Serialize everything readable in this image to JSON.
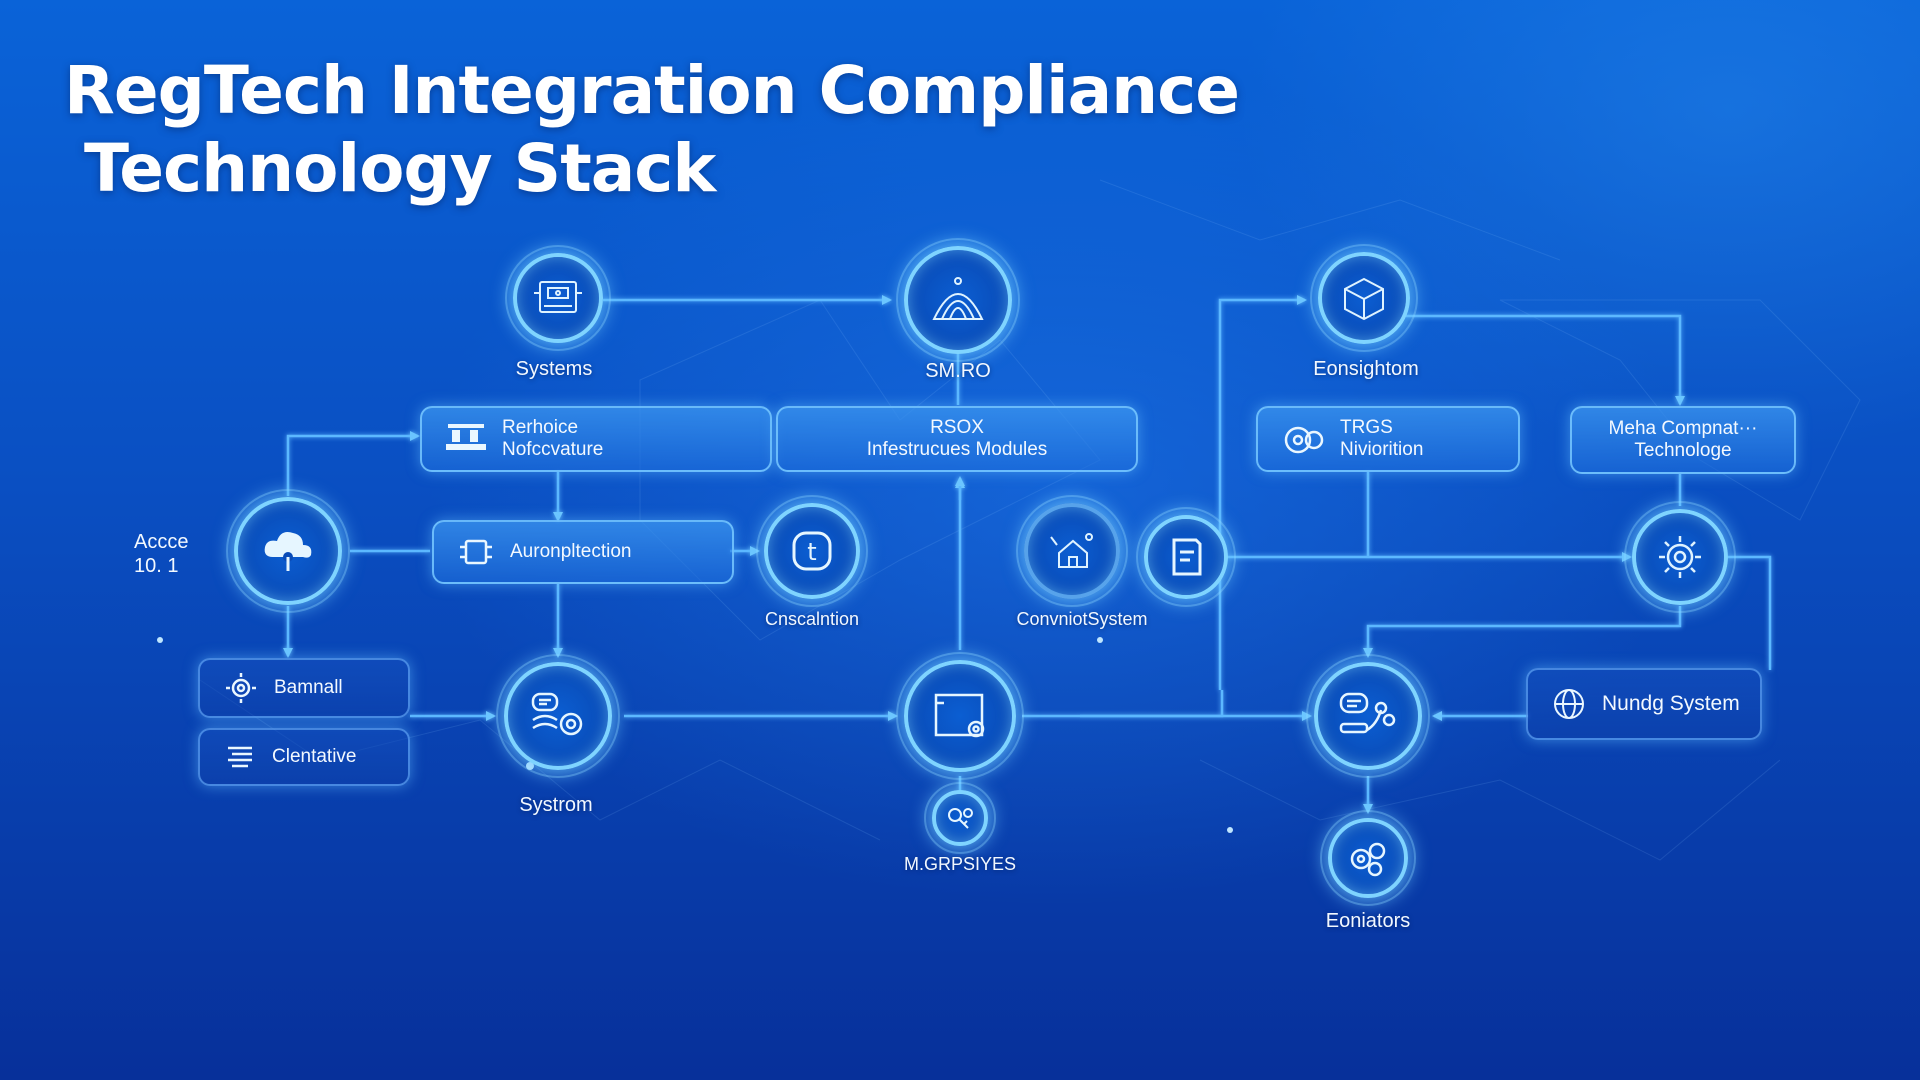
{
  "title": {
    "line1": "RegTech Integration Compliance",
    "line2": "Technology Stack"
  },
  "side_label": {
    "line1": "Accce",
    "line2": "10.  1"
  },
  "nodes": [
    {
      "id": "systems",
      "label": "Systems",
      "icon": "server-rack-icon"
    },
    {
      "id": "smro",
      "label": "SM.RO",
      "icon": "fingerprint-dome-icon"
    },
    {
      "id": "eonsightom",
      "label": "Eonsightom",
      "icon": "cube-box-icon"
    },
    {
      "id": "cloud",
      "label": "",
      "icon": "cloud-lock-icon"
    },
    {
      "id": "cnscalntion",
      "label": "Cnscalntion",
      "icon": "letter-t-icon"
    },
    {
      "id": "convniotsystem",
      "label": "ConvniotSystem",
      "icon": "house-network-icon"
    },
    {
      "id": "document",
      "label": "",
      "icon": "document-icon"
    },
    {
      "id": "gear-right",
      "label": "",
      "icon": "gear-cog-icon"
    },
    {
      "id": "systrom",
      "label": "Systrom",
      "icon": "chat-gear-icon"
    },
    {
      "id": "screen-center",
      "label": "",
      "icon": "screen-gear-icon"
    },
    {
      "id": "mgrpsiyes",
      "label": "M.GRPSIYES",
      "icon": "key-gear-icon"
    },
    {
      "id": "chat-robot",
      "label": "",
      "icon": "chat-robot-icon"
    },
    {
      "id": "eoniators",
      "label": "Eoniators",
      "icon": "gear-cluster-icon"
    }
  ],
  "boxes": [
    {
      "id": "rerhoice",
      "line1": "Rerhoice",
      "line2": "Nofccvature",
      "icon": "workstation-icon"
    },
    {
      "id": "rsox",
      "line1": "RSOX",
      "line2": "Infestrucues Modules",
      "icon": ""
    },
    {
      "id": "trgs",
      "line1": "TRGS",
      "line2": "Niviorition",
      "icon": "gears-icon"
    },
    {
      "id": "meha",
      "line1": "Meha Compnat···",
      "line2": "Technologe",
      "icon": ""
    },
    {
      "id": "auron",
      "line1": "Auronpltection",
      "line2": "",
      "icon": "chip-icon"
    },
    {
      "id": "bamnall",
      "line1": "Bamnall",
      "line2": "",
      "icon": "gear-network-icon"
    },
    {
      "id": "clentative",
      "line1": "Clentative",
      "line2": "",
      "icon": "list-icon"
    },
    {
      "id": "nundg",
      "line1": "Nundg System",
      "line2": "",
      "icon": "globe-icon"
    }
  ],
  "colors": {
    "accent": "#7fd4ff",
    "line": "#5cb8ff",
    "bg_top": "#0a63d8",
    "bg_bottom": "#07309a"
  }
}
